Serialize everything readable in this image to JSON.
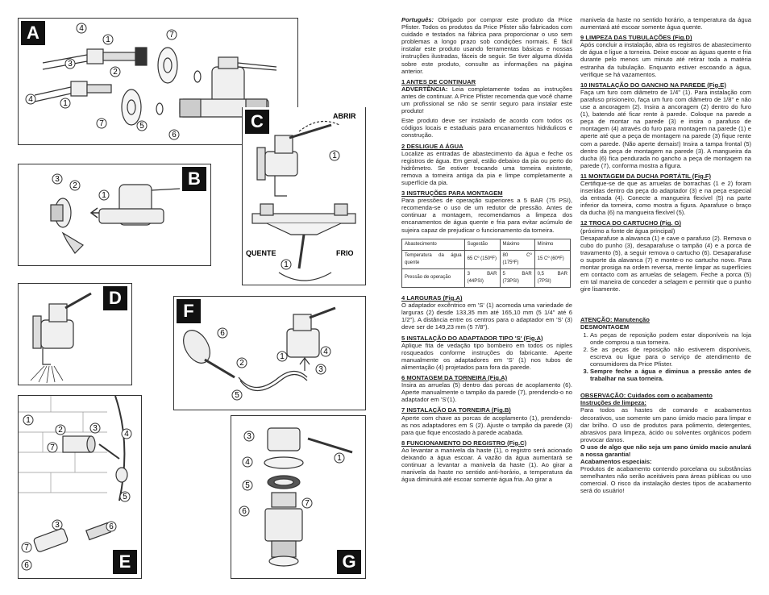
{
  "figures": {
    "A": {
      "label": "A",
      "nums": [
        "4",
        "1",
        "7",
        "3",
        "2",
        "4",
        "1",
        "7",
        "5",
        "6"
      ]
    },
    "B": {
      "label": "B",
      "nums": [
        "3",
        "2",
        "1"
      ]
    },
    "C": {
      "label": "C",
      "abrir": "ABRIR",
      "quente": "QUENTE",
      "frio": "FRIO",
      "nums": [
        "1",
        "1"
      ]
    },
    "D": {
      "label": "D"
    },
    "E": {
      "label": "E",
      "nums": [
        "1",
        "2",
        "3",
        "7",
        "4",
        "5",
        "3",
        "6",
        "7",
        "6"
      ]
    },
    "F": {
      "label": "F",
      "nums": [
        "6",
        "2",
        "1",
        "4",
        "3",
        "5"
      ]
    },
    "G": {
      "label": "G",
      "nums": [
        "3",
        "1",
        "4",
        "5",
        "7",
        "6"
      ]
    }
  },
  "col1": {
    "intro_lang": "Português:",
    "intro": "Obrigado por comprar este produto da Price Pfister. Todos os produtos da Price Pfister são fabricados com cuidado e testados na fábrica para proporcionar o uso sem problemas a longo prazo sob condições normais. É fácil instalar este produto usando ferramentas básicas e nossas instruções ilustradas, fáceis de seguir. Se tiver alguma dúvida sobre este produto, consulte as informações na página anterior.",
    "s1_title": "1 ANTES DE CONTINUAR",
    "s1_warn": "ADVERTÊNCIA:",
    "s1_text": "Leia completamente todas as instruções antes de continuar. A Price Pfister recomenda que você chame um profissional se não se sentir seguro para instalar este produto!",
    "s1_text2": "Este produto deve ser instalado de acordo com todos os códigos locais e estaduais para encanamentos hidráulicos e construção.",
    "s2_title": "2 DESLIGUE A ÁGUA",
    "s2_text": "Localize as entradas de abastecimento da água e feche os registros de água. Em geral, estão debaixo da pia ou perto do hidrômetro. Se estiver trocando uma torneira existente, remova a torneira antiga da pia e limpe completamente a superfície da pia.",
    "s3_title": "3 INSTRUÇÕES PARA MONTAGEM",
    "s3_text": "Para pressões de operação superiores a 5 BAR (75 PSI), recomenda-se o uso de um redutor de pressão. Antes de continuar a montagem, recomendamos a limpeza dos encanamentos de água quente e fria para evitar acúmulo de sujeira capaz de prejudicar o funcionamento da torneira.",
    "table": {
      "headers": [
        "Abastecimento",
        "Sugestão",
        "Máximo",
        "Mínimo"
      ],
      "rows": [
        [
          "Temperatura da água quente",
          "65 Cº (150ºF)",
          "80 Cº (175ºF)",
          "15 Cº (60ºF)"
        ],
        [
          "Pressão de operação",
          "3 BAR (44PSI)",
          "5 BAR (73PSI)",
          "0,5 BAR (7PSI)"
        ]
      ]
    },
    "s4_title": "4 LARGURAS (Fig.A)",
    "s4_text": "O adaptador excêntrico em 'S' (1) acomoda uma variedade de larguras (2) desde 133,35 mm até 165,10 mm (5 1/4\" até 6 1/2\"). A distância entre os centros para o adaptador em 'S' (3) deve ser de 149,23 mm (5 7/8\").",
    "s5_title": "5 INSTALAÇÃO DO ADAPTADOR TIPO 'S' (Fig.A)",
    "s5_text": "Aplique fita de vedação tipo bombeiro em todos os niples rosqueados conforme instruções do fabricante. Aperte manualmente os adaptadores em 'S' (1) nos tubos de alimentação (4) projetados para fora da parede.",
    "s6_title": "6 MONTAGEM DA TORNEIRA (Fig.A)",
    "s6_text": "Insira as arruelas (5) dentro das porcas de acoplamento (6). Aperte manualmente o tampão da parede (7), prendendo-o no adaptador em 'S'(1).",
    "s7_title": "7 INSTALAÇÃO DA TORNEIRA (Fig.B)",
    "s7_text": "Aperte com chave as porcas de acoplamento (1), prendendo-as nos adaptadores em S (2). Ajuste o tampão da parede (3) para que fique encostado à parede acabada.",
    "s8_title": "8 FUNCIONAMENTO DO REGISTRO (Fig.C)",
    "s8_text": "Ao levantar a manivela da haste (1), o registro será acionado deixando a água escoar. A vazão da água aumentará se continuar a levantar a manivela da haste (1). Ao girar a manivela da haste no sentido anti-horário, a temperatura da água diminuirá até escoar somente água fria. Ao girar a"
  },
  "col2": {
    "cont": "manivela da haste no sentido horário, a temperatura da água aumentará até escoar somente água quente.",
    "s9_title": "9 LIMPEZA DAS TUBULAÇÕES (Fig.D)",
    "s9_text": "Após concluir a instalação, abra os registros de abastecimento de água e ligue a torneira. Deixe escoar as águas quente e fria durante pelo menos um minuto até retirar toda a matéria estranha da tubulação. Enquanto estiver escoando a água, verifique se há vazamentos.",
    "s10_title": "10 INSTALAÇÃO DO GANCHO NA PAREDE (Fig.E)",
    "s10_text": "Faça um furo com diâmetro de 1/4\" (1). Para instalação com parafuso prisioneiro, faça um furo com diâmetro de 1/8\" e não use a ancoragem (2). Insira a ancoragem (2) dentro do furo (1), batendo até ficar rente à parede. Coloque na parede a peça de montar na parede (3) e insira o parafuso de montagem (4) através do furo para montagem na parede (1) e aperte até que a peça de montagem na parede (3) fique rente com a parede. (Não aperte demais!) Insira a tampa frontal (5) dentro da peça de montagem na parede (3). A mangueira da ducha (6) fica pendurada no gancho a peça de montagem na parede (7), conforma mostra a figura.",
    "s11_title": "11 MONTAGEM DA DUCHA PORTÁTIL (Fig.F)",
    "s11_text": "Certifique-se de que as arruelas de borrachas (1 e 2) foram inseridas dentro da peça do adaptador (3) e na peça especial da entrada (4). Conecte a mangueira flexível (5) na parte inferior da torneira, como mostra a figura. Aparafuse o braço da ducha (6) na mangueira flexível (5).",
    "s12_title": "12 TROCA DO CARTUCHO (Fig. G)",
    "s12_text": "(próximo a fonte de água principal)\nDesaparafuse a alavanca (1) e cave o parafuso (2). Remova o cubo do punho (3), desaparafuse o tampão (4) e a porca de travamento (5), a seguir remova o cartucho (6). Desaparafuse o suporte da alavanca (7) e monte-o no cartucho novo. Para montar prosiga na ordem reversa, mente limpar as superfícies em contacto com as arruelas de selagem. Feche a porca (5) em tal maneira de conceder a selagem e permitir que o punho gire lisamente.",
    "maint_title": "ATENÇÃO: Manutenção",
    "maint_sub": "DESMONTAGEM",
    "maint_items": [
      "As peças de reposição podem estar disponíveis na loja onde comprou a sua torneira.",
      "Se as peças de reposição não estiverem disponíveis, escreva ou ligue para o serviço de atendimento de consumidores da Price Pfister.",
      "Sempre feche a água e diminua a pressão antes de trabalhar na sua torneira."
    ],
    "obs_title": "OBSERVAÇÃO: Cuidados com o acabamento",
    "obs_sub": "Instruções de limpeza:",
    "obs_text": "Para todos as hastes de comando e acabamentos decorativos, use somente um pano úmido macio para limpar e dar brilho. O uso de produtos para polimento, detergentes, abrasivos para limpeza, ácido ou solventes orgânicos podem provocar danos.",
    "obs_bold": "O uso de algo que não seja um pano úmido macio anulará a nossa garantia!",
    "special_title": "Acabamentos especiais:",
    "special_text": "Produtos de acabamento contendo porcelana ou substâncias semelhantes não serão aceitáveis para áreas públicas ou uso comercial. O risco da instalação destes tipos de acabamento será do usuário!"
  }
}
